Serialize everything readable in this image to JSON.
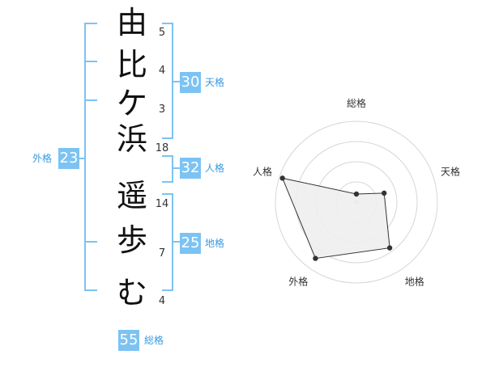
{
  "name": {
    "chars": [
      "由",
      "比",
      "ケ",
      "浜",
      "遥",
      "歩",
      "む"
    ],
    "strokes": [
      "5",
      "4",
      "3",
      "18",
      "14",
      "7",
      "4"
    ]
  },
  "scores": {
    "tenkaku": {
      "value": "30",
      "label": "天格"
    },
    "jinkaku": {
      "value": "32",
      "label": "人格"
    },
    "chikaku": {
      "value": "25",
      "label": "地格"
    },
    "gaikaku": {
      "value": "23",
      "label": "外格"
    },
    "soukaku": {
      "value": "55",
      "label": "総格"
    }
  },
  "chart_data": {
    "type": "radar",
    "axes": [
      "総格",
      "天格",
      "地格",
      "外格",
      "人格"
    ],
    "max": 5,
    "rings": 4,
    "values": [
      0.5,
      1.8,
      3.5,
      4.3,
      4.8
    ],
    "colors": {
      "fill": "#eeeeee",
      "stroke": "#333333",
      "grid": "#d6d6d6",
      "point": "#333333"
    }
  }
}
